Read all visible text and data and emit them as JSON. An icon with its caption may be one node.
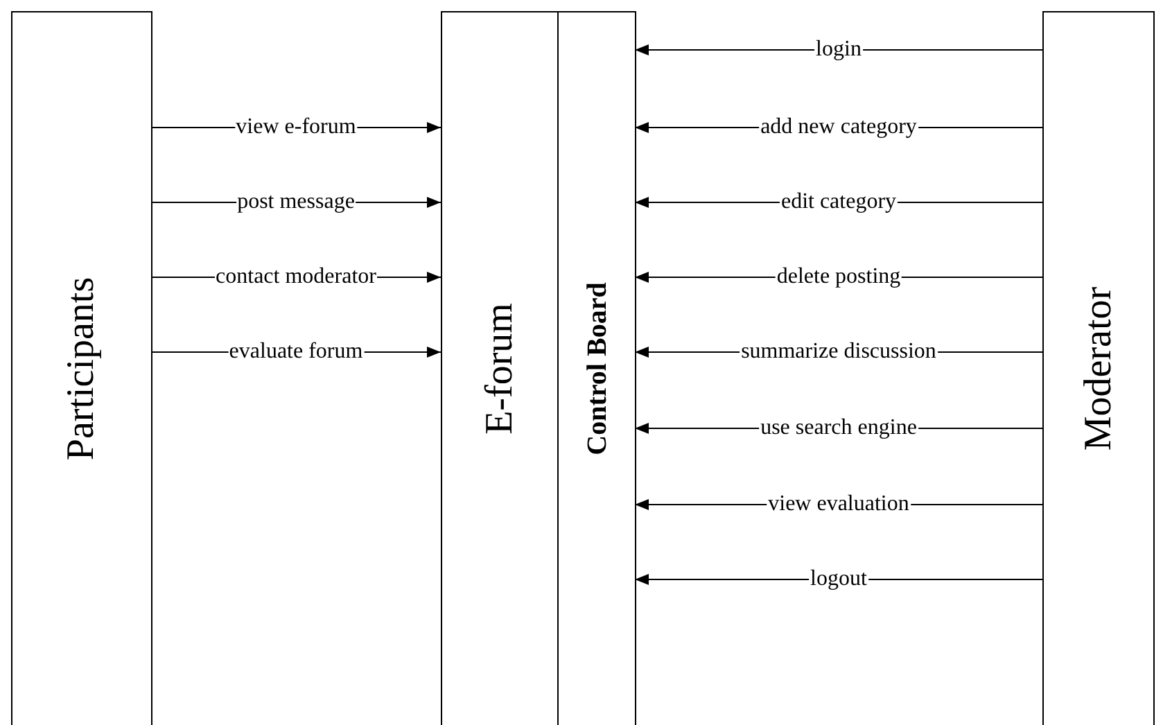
{
  "diagram": {
    "nodes": [
      {
        "text": [
          "Participants"
        ]
      },
      {
        "text": [
          "E-forum"
        ]
      },
      {
        "text": [
          "Control Board"
        ]
      },
      {
        "text": [
          "Moderator"
        ]
      }
    ],
    "edges": [
      {
        "from": 0,
        "to": 1,
        "arrow": "to",
        "label": "view e-forum"
      },
      {
        "from": 0,
        "to": 1,
        "arrow": "to",
        "label": "post message"
      },
      {
        "from": 0,
        "to": 1,
        "arrow": "to",
        "label": "contact moderator"
      },
      {
        "from": 0,
        "to": 1,
        "arrow": "to",
        "label": "evaluate forum"
      },
      {
        "from": 3,
        "to": 2,
        "arrow": "to",
        "label": "login"
      },
      {
        "from": 3,
        "to": 2,
        "arrow": "to",
        "label": "add new category"
      },
      {
        "from": 3,
        "to": 2,
        "arrow": "to",
        "label": "edit category"
      },
      {
        "from": 3,
        "to": 2,
        "arrow": "to",
        "label": "delete posting"
      },
      {
        "from": 3,
        "to": 2,
        "arrow": "to",
        "label": "summarize discussion"
      },
      {
        "from": 3,
        "to": 2,
        "arrow": "to",
        "label": "use search engine"
      },
      {
        "from": 3,
        "to": 2,
        "arrow": "to",
        "label": "view evaluation"
      },
      {
        "from": 3,
        "to": 2,
        "arrow": "to",
        "label": "logout"
      }
    ]
  }
}
